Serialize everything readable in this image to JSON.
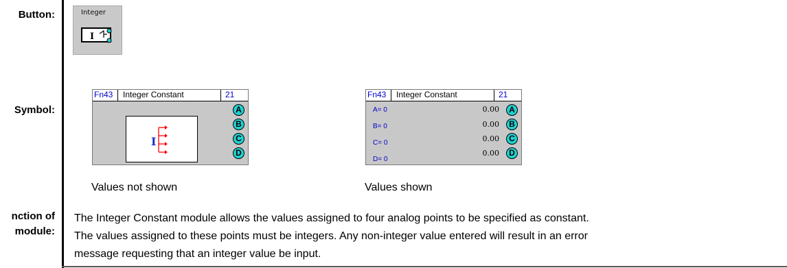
{
  "labels": {
    "button": "Button:",
    "symbol": "Symbol:",
    "function_line1": "nction of",
    "function_line2": "module:"
  },
  "palette_button": {
    "caption": "Integer",
    "glyph": "I",
    "icon": "integer-constant-icon"
  },
  "module_plain": {
    "fn": "Fn43",
    "title": "Integer Constant",
    "number": "21",
    "pins": [
      "A",
      "B",
      "C",
      "D"
    ],
    "icon_glyph": "I",
    "caption": "Values not shown"
  },
  "module_values": {
    "fn": "Fn43",
    "title": "Integer Constant",
    "number": "21",
    "rows": [
      {
        "name": "A= 0",
        "value": "0.00",
        "pin": "A"
      },
      {
        "name": "B= 0",
        "value": "0.00",
        "pin": "B"
      },
      {
        "name": "C= 0",
        "value": "0.00",
        "pin": "C"
      },
      {
        "name": "D= 0",
        "value": "0.00",
        "pin": "D"
      }
    ],
    "caption": "Values shown"
  },
  "description": {
    "line1": "The Integer Constant module allows the values assigned to four analog points to be specified as constant.",
    "line2": "The values assigned to these points must be integers. Any non-integer value entered will result in an error",
    "line3": "message requesting that an integer value be input."
  },
  "colors": {
    "pin_fill": "#22d0d0",
    "module_bg": "#c8c8c8",
    "fn_text": "#0000cc",
    "arrow_red": "#ff0000"
  }
}
